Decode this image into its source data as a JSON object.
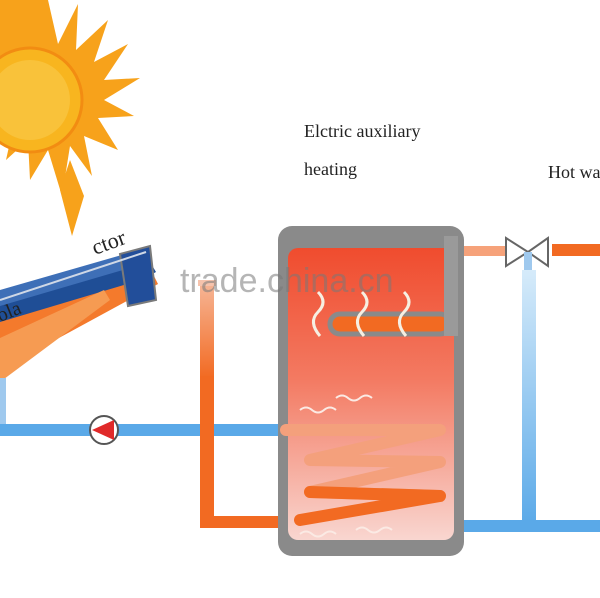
{
  "labels": {
    "aux_line1": "Elctric auxiliary",
    "aux_line2": "heating",
    "hot_water": "Hot wa",
    "collector": "ctor",
    "collector_partial": "ola",
    "watermark": "trade.china.cn"
  },
  "colors": {
    "sun": "#f7a21b",
    "sun_core": "#f8b51f",
    "hot_pipe": "#f26a22",
    "warm_pipe": "#f5a16e",
    "cold_pipe": "#5aa9e8",
    "light_cold_pipe": "#a9d4f3",
    "tank_shell": "#8a8a8a",
    "tank_hot": "#f05a3a",
    "tank_cool": "#f8d2cc",
    "pump": "#e02a2a",
    "collector_blue": "#2f5ea8",
    "collector_orange": "#f47a2c"
  },
  "icons": {
    "sun": "sun-icon",
    "pump": "circulation-pump-icon",
    "valve": "valve-icon",
    "heater": "electric-heater-icon",
    "steam": "steam-icon"
  }
}
